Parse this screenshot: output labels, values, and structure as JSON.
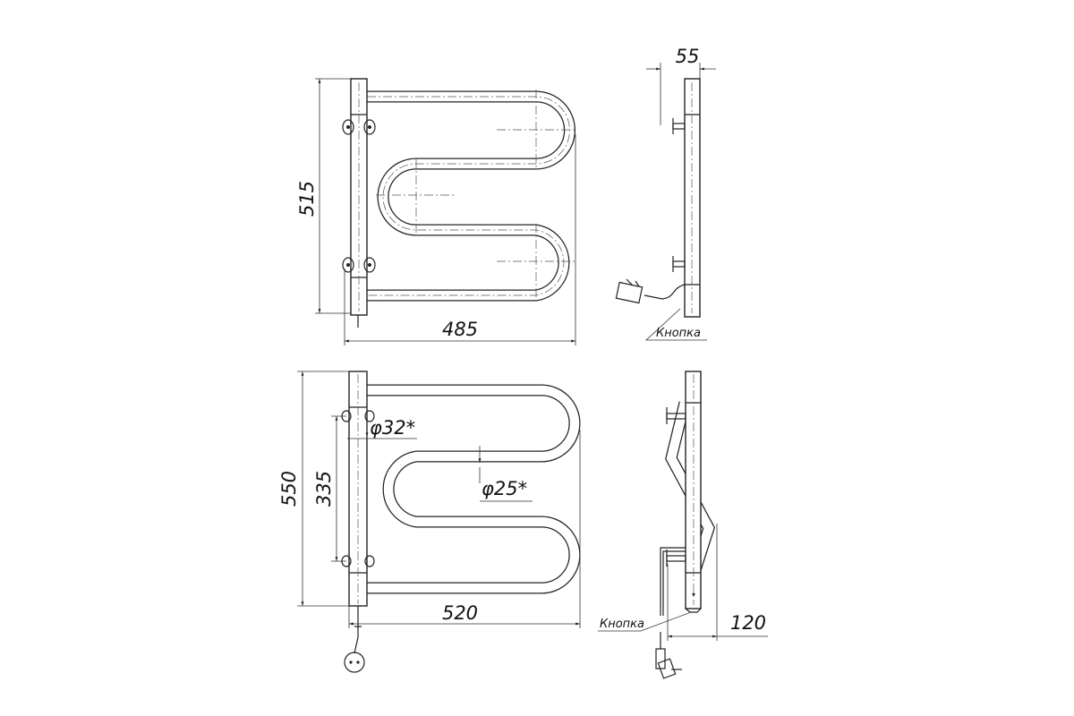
{
  "front_view_top": {
    "height_dim": "515",
    "width_dim": "485"
  },
  "side_view_top": {
    "depth_dim": "55",
    "button_label": "Кнопка"
  },
  "front_view_bottom": {
    "height_dim": "550",
    "mount_dim": "335",
    "post_diameter": "φ32*",
    "tube_diameter": "φ25*",
    "width_dim": "520"
  },
  "side_view_bottom": {
    "depth_dim": "120",
    "button_label": "Кнопка"
  }
}
